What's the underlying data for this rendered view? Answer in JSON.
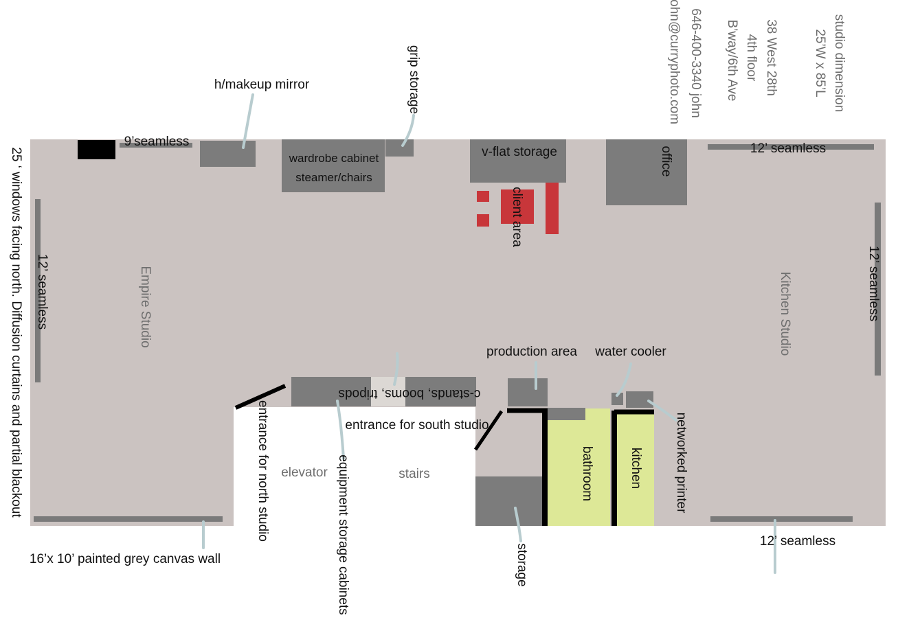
{
  "colors": {
    "floor": "#cbc3c1",
    "furniture": "#7c7c7c",
    "seamless": "#7a7a7a",
    "client": "#c8363a",
    "wet_area": "#dde897",
    "wall": "#000000",
    "leader": "#b8cccf",
    "tripod_zone": "#dcd8d4",
    "label_dark": "#111111",
    "label_grey": "#6e6e6e"
  },
  "studio_info": {
    "dimension_title": "studio dimension",
    "dimension_value": "25’W x 85’L",
    "address_line1": "38 West 28th",
    "address_line2": "4th floor",
    "address_line3": "B’way/6th Ave",
    "phone": "646-400-3340 john",
    "email": "john@curryphoto.com"
  },
  "labels": {
    "makeup_mirror": "h/makeup mirror",
    "grip_storage": "grip storage",
    "seamless_9": "9’seamless",
    "wardrobe_line1": "wardrobe cabinet",
    "wardrobe_line2": "steamer/chairs",
    "vflat_storage": "v-flat storage",
    "client_area": "client area",
    "office": "office",
    "seamless_top_right": "12’ seamless",
    "seamless_left": "12’ seamless",
    "seamless_right": "12’ seamless",
    "seamless_bottom_right": "12’ seamless",
    "windows_note": "25 ‘ windows facing north.  Diffusion curtains and partial blackout",
    "empire_studio": "Empire Studio",
    "kitchen_studio": "Kitchen Studio",
    "production_area": "production area",
    "water_cooler": "water cooler",
    "cstands": "c-stands, booms, tripods",
    "entrance_south": "entrance for south studio",
    "entrance_north": "entrance for north studio",
    "elevator": "elevator",
    "stairs": "stairs",
    "equipment_storage": "equipment storage cabinets",
    "bathroom": "bathroom",
    "kitchen": "kitchen",
    "networked_printer": "networked printer",
    "storage": "storage",
    "canvas_wall": "16’x 10’ painted grey canvas wall"
  }
}
